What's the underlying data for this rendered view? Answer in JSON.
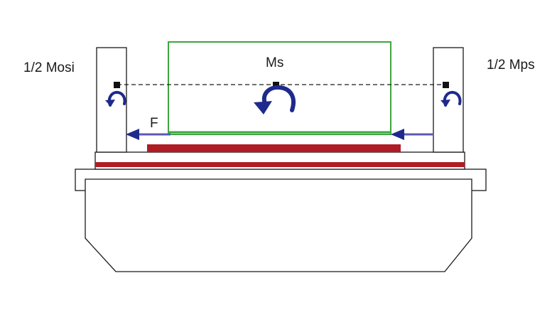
{
  "labels": {
    "left_moment": "1/2 Mosi",
    "center_moment": "Ms",
    "right_moment": "1/2 Mps",
    "force": "F"
  },
  "colors": {
    "outline": "#1a1a1a",
    "green_block": "#3fa63f",
    "red_plate": "#b01c24",
    "arrow_blue": "#1e2a8c",
    "arrow_shaft": "#5a5ab0"
  },
  "icons": {
    "left_moment_arrow": "curved-arrow-icon",
    "center_moment_arrow": "curved-arrow-icon",
    "right_moment_arrow": "curved-arrow-icon",
    "left_force_arrow": "arrow-left-icon",
    "right_force_arrow": "arrow-left-icon"
  }
}
